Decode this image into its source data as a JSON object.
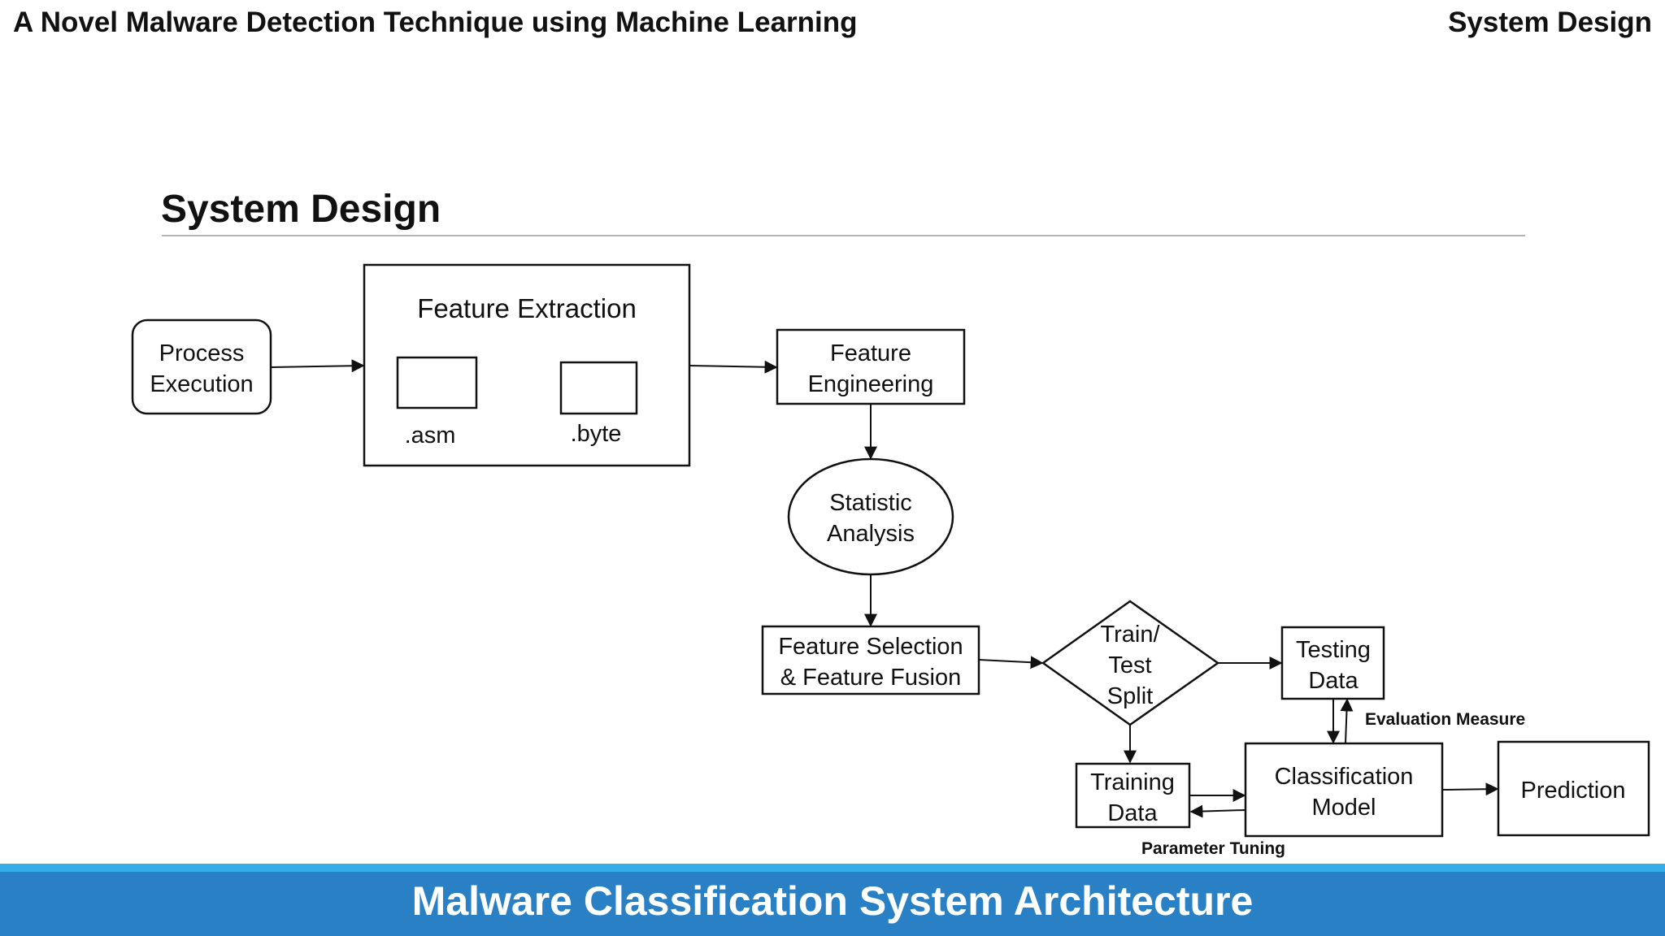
{
  "header": {
    "left_title": "A Novel Malware Detection Technique using Machine Learning",
    "right_title": "System Design"
  },
  "section": {
    "title": "System Design"
  },
  "diagram": {
    "process_execution": [
      "Process",
      "Execution"
    ],
    "feature_extraction": {
      "title": "Feature Extraction",
      "asm_label": ".asm",
      "byte_label": ".byte"
    },
    "feature_engineering": [
      "Feature",
      "Engineering"
    ],
    "statistic_analysis": [
      "Statistic",
      "Analysis"
    ],
    "feature_selection": [
      "Feature Selection",
      "& Feature Fusion"
    ],
    "train_test_split": [
      "Train/",
      "Test",
      "Split"
    ],
    "testing_data": [
      "Testing",
      "Data"
    ],
    "training_data": [
      "Training",
      "Data"
    ],
    "classification_model": [
      "Classification",
      "Model"
    ],
    "prediction": "Prediction",
    "evaluation_measure": "Evaluation Measure",
    "parameter_tuning": "Parameter Tuning"
  },
  "footer": {
    "title": "Malware Classification System Architecture"
  },
  "colors": {
    "footer_band": "#2980c4",
    "footer_stripe": "#33aee6",
    "rule": "#b3b3b3"
  }
}
